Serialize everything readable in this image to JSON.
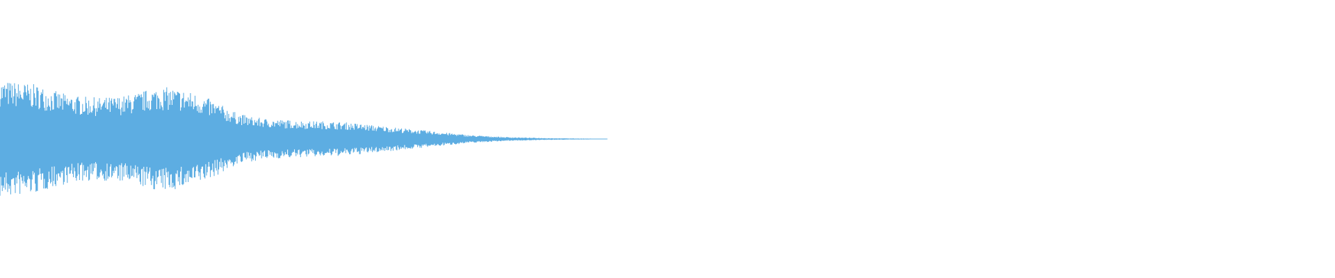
{
  "waveform": {
    "color": "#5dade2",
    "background": "#ffffff",
    "envelope": [
      0.92,
      0.9,
      0.88,
      0.85,
      0.78,
      0.72,
      0.68,
      0.66,
      0.65,
      0.66,
      0.68,
      0.72,
      0.78,
      0.82,
      0.8,
      0.76,
      0.7,
      0.62,
      0.52,
      0.42,
      0.36,
      0.33,
      0.31,
      0.3,
      0.29,
      0.28,
      0.28,
      0.27,
      0.26,
      0.24,
      0.22,
      0.2,
      0.18,
      0.16,
      0.14,
      0.12,
      0.1,
      0.08,
      0.06,
      0.05,
      0.04,
      0.03,
      0.025,
      0.02,
      0.015,
      0.012,
      0.01,
      0.008,
      0.005,
      0.0
    ],
    "active_fraction": 0.455
  }
}
